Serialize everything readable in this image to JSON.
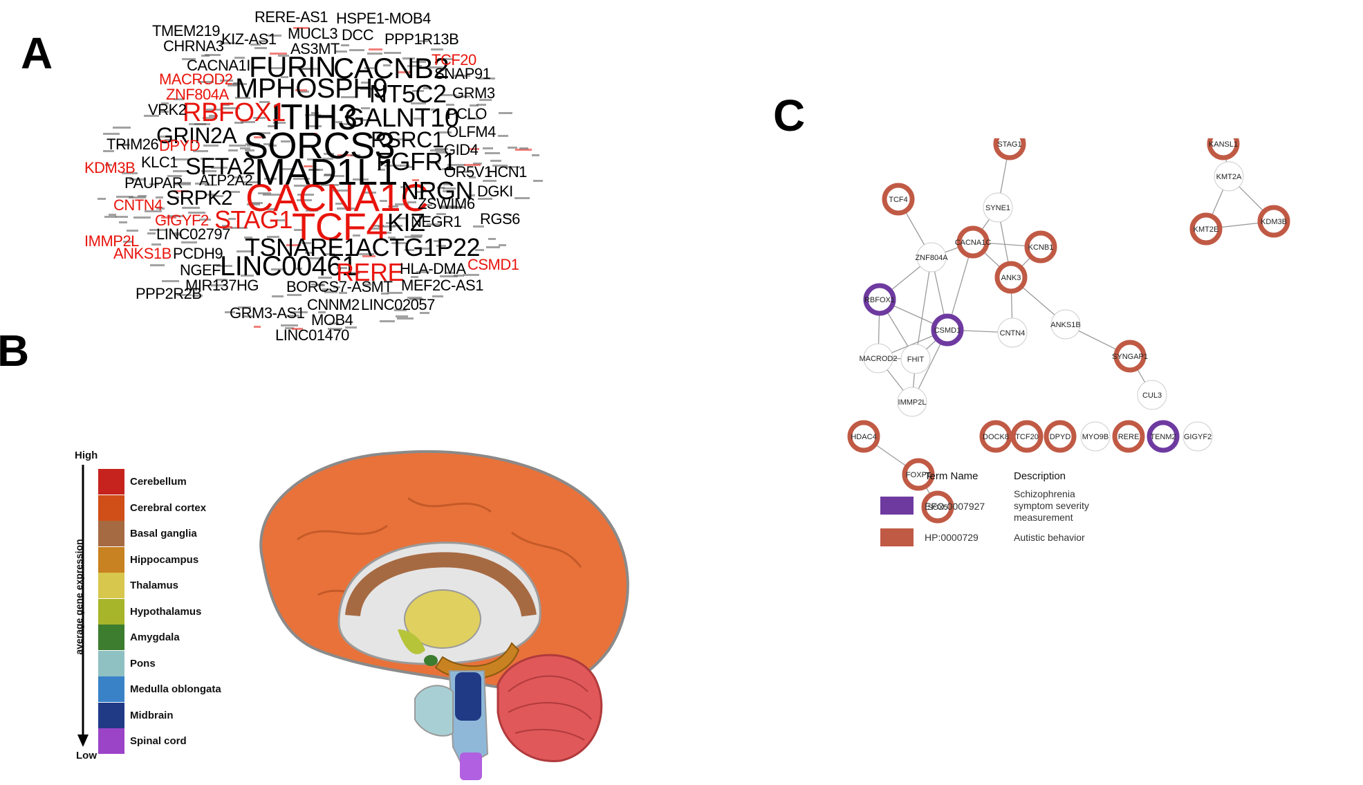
{
  "panels": {
    "a": "A",
    "b": "B",
    "c": "C"
  },
  "wordcloud": {
    "words": [
      {
        "text": "CACNA1C",
        "size": 56,
        "red": true
      },
      {
        "text": "TCF4",
        "size": 56,
        "red": true
      },
      {
        "text": "SORCS3",
        "size": 54,
        "red": false
      },
      {
        "text": "MAD1L1",
        "size": 54,
        "red": false
      },
      {
        "text": "ITIH3",
        "size": 52,
        "red": false
      },
      {
        "text": "FURIN",
        "size": 42,
        "red": false
      },
      {
        "text": "CACNB2",
        "size": 42,
        "red": false
      },
      {
        "text": "MPHOSPH9",
        "size": 40,
        "red": false
      },
      {
        "text": "GALNT10",
        "size": 38,
        "red": false
      },
      {
        "text": "LINC00461",
        "size": 40,
        "red": false
      },
      {
        "text": "RBFOX1",
        "size": 38,
        "red": true
      },
      {
        "text": "NT5C2",
        "size": 36,
        "red": false
      },
      {
        "text": "STAG1",
        "size": 36,
        "red": true
      },
      {
        "text": "TSNARE1",
        "size": 36,
        "red": false
      },
      {
        "text": "ACTG1P22",
        "size": 36,
        "red": false
      },
      {
        "text": "RERE",
        "size": 36,
        "red": true
      },
      {
        "text": "NRGN",
        "size": 36,
        "red": false
      },
      {
        "text": "KIZ",
        "size": 36,
        "red": false
      },
      {
        "text": "FGFR1",
        "size": 36,
        "red": false
      },
      {
        "text": "SFTA2",
        "size": 34,
        "red": false
      },
      {
        "text": "RSRC1",
        "size": 32,
        "red": false
      },
      {
        "text": "GRIN2A",
        "size": 32,
        "red": false
      },
      {
        "text": "SRPK2",
        "size": 30,
        "red": false
      },
      {
        "text": "NEGR1",
        "size": 22,
        "red": false
      },
      {
        "text": "ZSWIM6",
        "size": 22,
        "red": false
      },
      {
        "text": "HLA-DMA",
        "size": 22,
        "red": false
      },
      {
        "text": "MEF2C-AS1",
        "size": 22,
        "red": false
      },
      {
        "text": "BORCS7-ASMT",
        "size": 22,
        "red": false
      },
      {
        "text": "LINC02057",
        "size": 22,
        "red": false
      },
      {
        "text": "CNNM2",
        "size": 22,
        "red": false
      },
      {
        "text": "GRM3-AS1",
        "size": 22,
        "red": false
      },
      {
        "text": "MOB4",
        "size": 22,
        "red": false
      },
      {
        "text": "LINC01470",
        "size": 22,
        "red": false
      },
      {
        "text": "MIR137HG",
        "size": 22,
        "red": false
      },
      {
        "text": "PPP2R2B",
        "size": 22,
        "red": false
      },
      {
        "text": "NGEF",
        "size": 22,
        "red": false
      },
      {
        "text": "PCDH9",
        "size": 22,
        "red": false
      },
      {
        "text": "LINC02797",
        "size": 22,
        "red": false
      },
      {
        "text": "ANKS1B",
        "size": 22,
        "red": true
      },
      {
        "text": "IMMP2L",
        "size": 22,
        "red": true
      },
      {
        "text": "GIGYF2",
        "size": 22,
        "red": true
      },
      {
        "text": "CNTN4",
        "size": 22,
        "red": true
      },
      {
        "text": "PAUPAR",
        "size": 22,
        "red": false
      },
      {
        "text": "KDM3B",
        "size": 22,
        "red": true
      },
      {
        "text": "KLC1",
        "size": 22,
        "red": false
      },
      {
        "text": "ATP2A2",
        "size": 22,
        "red": false
      },
      {
        "text": "TRIM26",
        "size": 22,
        "red": false
      },
      {
        "text": "DPYD",
        "size": 22,
        "red": true
      },
      {
        "text": "VRK2",
        "size": 22,
        "red": false
      },
      {
        "text": "ZNF804A",
        "size": 22,
        "red": true
      },
      {
        "text": "MACROD2",
        "size": 22,
        "red": true
      },
      {
        "text": "CACNA1I",
        "size": 22,
        "red": false
      },
      {
        "text": "CHRNA3",
        "size": 22,
        "red": false
      },
      {
        "text": "TMEM219",
        "size": 22,
        "red": false
      },
      {
        "text": "KIZ-AS1",
        "size": 22,
        "red": false
      },
      {
        "text": "MUCL3",
        "size": 22,
        "red": false
      },
      {
        "text": "AS3MT",
        "size": 22,
        "red": false
      },
      {
        "text": "DCC",
        "size": 22,
        "red": false
      },
      {
        "text": "RERE-AS1",
        "size": 22,
        "red": false
      },
      {
        "text": "HSPE1-MOB4",
        "size": 22,
        "red": false
      },
      {
        "text": "PPP1R13B",
        "size": 22,
        "red": false
      },
      {
        "text": "TCF20",
        "size": 22,
        "red": true
      },
      {
        "text": "SNAP91",
        "size": 22,
        "red": false
      },
      {
        "text": "GRM3",
        "size": 22,
        "red": false
      },
      {
        "text": "PCLO",
        "size": 22,
        "red": false
      },
      {
        "text": "OLFM4",
        "size": 22,
        "red": false
      },
      {
        "text": "GID4",
        "size": 22,
        "red": false
      },
      {
        "text": "OR5V1",
        "size": 22,
        "red": false
      },
      {
        "text": "HCN1",
        "size": 22,
        "red": false
      },
      {
        "text": "DGKI",
        "size": 22,
        "red": false
      },
      {
        "text": "RGS6",
        "size": 22,
        "red": false
      },
      {
        "text": "CSMD1",
        "size": 22,
        "red": true
      }
    ]
  },
  "brain_legend": {
    "high_label": "High",
    "low_label": "Low",
    "axis_label": "average gene expression",
    "regions": [
      {
        "name": "Cerebellum",
        "color": "#c6221e"
      },
      {
        "name": "Cerebral cortex",
        "color": "#d04e17"
      },
      {
        "name": "Basal ganglia",
        "color": "#a66a43"
      },
      {
        "name": "Hippocampus",
        "color": "#c98221"
      },
      {
        "name": "Thalamus",
        "color": "#d7c74c"
      },
      {
        "name": "Hypothalamus",
        "color": "#a7b52a"
      },
      {
        "name": "Amygdala",
        "color": "#3c7d2f"
      },
      {
        "name": "Pons",
        "color": "#8fc0c2"
      },
      {
        "name": "Medulla oblongata",
        "color": "#3a82c8"
      },
      {
        "name": "Midbrain",
        "color": "#203a86"
      },
      {
        "name": "Spinal cord",
        "color": "#9b44c8"
      }
    ]
  },
  "network": {
    "colors": {
      "purple": "#6e3aa0",
      "orange": "#c05a45",
      "plain": "#cccccc"
    },
    "nodes": [
      {
        "id": "STAG1",
        "type": "orange"
      },
      {
        "id": "SYNE1",
        "type": "plain"
      },
      {
        "id": "TCF4",
        "type": "orange"
      },
      {
        "id": "CACNA1C",
        "type": "orange"
      },
      {
        "id": "KCNB1",
        "type": "orange"
      },
      {
        "id": "ZNF804A",
        "type": "plain"
      },
      {
        "id": "ANK3",
        "type": "orange"
      },
      {
        "id": "RBFOX1",
        "type": "purple"
      },
      {
        "id": "CSMD1",
        "type": "purple"
      },
      {
        "id": "CNTN4",
        "type": "plain"
      },
      {
        "id": "ANKS1B",
        "type": "plain"
      },
      {
        "id": "MACROD2",
        "type": "plain"
      },
      {
        "id": "FHIT",
        "type": "plain"
      },
      {
        "id": "IMMP2L",
        "type": "plain"
      },
      {
        "id": "SYNGAP1",
        "type": "orange"
      },
      {
        "id": "CUL3",
        "type": "plain"
      },
      {
        "id": "KANSL1",
        "type": "orange"
      },
      {
        "id": "KMT2A",
        "type": "plain"
      },
      {
        "id": "KMT2E",
        "type": "orange"
      },
      {
        "id": "KDM3B",
        "type": "orange"
      },
      {
        "id": "HDAC4",
        "type": "orange"
      },
      {
        "id": "FOXP1",
        "type": "orange"
      },
      {
        "id": "SOX5",
        "type": "orange"
      },
      {
        "id": "DOCK8",
        "type": "orange"
      },
      {
        "id": "TCF20",
        "type": "orange"
      },
      {
        "id": "DPYD",
        "type": "orange"
      },
      {
        "id": "MYO9B",
        "type": "plain"
      },
      {
        "id": "RERE",
        "type": "orange"
      },
      {
        "id": "TENM2",
        "type": "purple"
      },
      {
        "id": "GIGYF2",
        "type": "plain"
      }
    ],
    "legend": {
      "term_header": "Term Name",
      "desc_header": "Description",
      "rows": [
        {
          "term": "EFO:0007927",
          "desc_lines": [
            "Schizophrenia",
            "symptom severity",
            "measurement"
          ],
          "color": "#6e3aa0"
        },
        {
          "term": "HP:0000729",
          "desc_lines": [
            "Autistic behavior"
          ],
          "color": "#c05a45"
        }
      ]
    }
  }
}
